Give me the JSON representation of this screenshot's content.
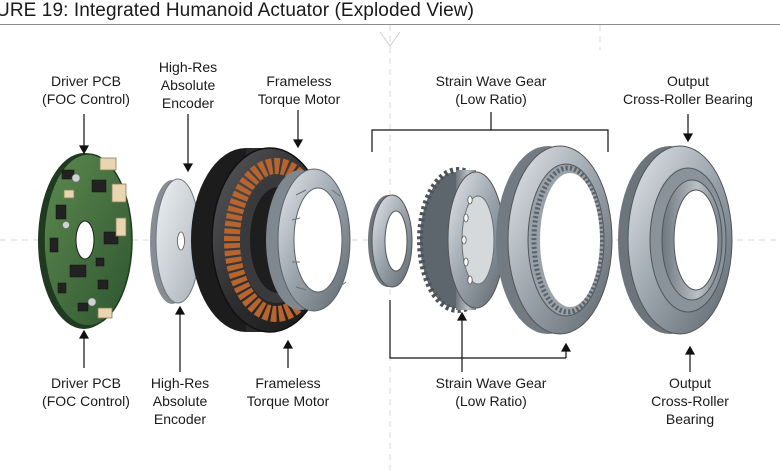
{
  "title": "URE 19: Integrated Humanoid Actuator (Exploded View)",
  "labels_top": {
    "driver_pcb": [
      "Driver PCB",
      "(FOC Control)"
    ],
    "encoder": [
      "High-Res",
      "Absolute",
      "Encoder"
    ],
    "motor": [
      "Frameless",
      "Torque Motor"
    ],
    "gear": [
      "Strain Wave Gear",
      "(Low Ratio)"
    ],
    "bearing": [
      "Output",
      "Cross-Roller Bearing"
    ]
  },
  "labels_bottom": {
    "driver_pcb": [
      "Driver PCB",
      "(FOC Control)"
    ],
    "encoder": [
      "High-Res",
      "Absolute",
      "Encoder"
    ],
    "motor": [
      "Frameless",
      "Torque Motor"
    ],
    "gear": [
      "Strain Wave Gear",
      "(Low Ratio)"
    ],
    "bearing": [
      "Output",
      "Cross-Roller",
      "Bearing"
    ]
  },
  "colors": {
    "pcb_green": "#3f6b3a",
    "copper": "#b8642e",
    "steel": "#9aa3ab",
    "dark_housing": "#2e2e30"
  }
}
